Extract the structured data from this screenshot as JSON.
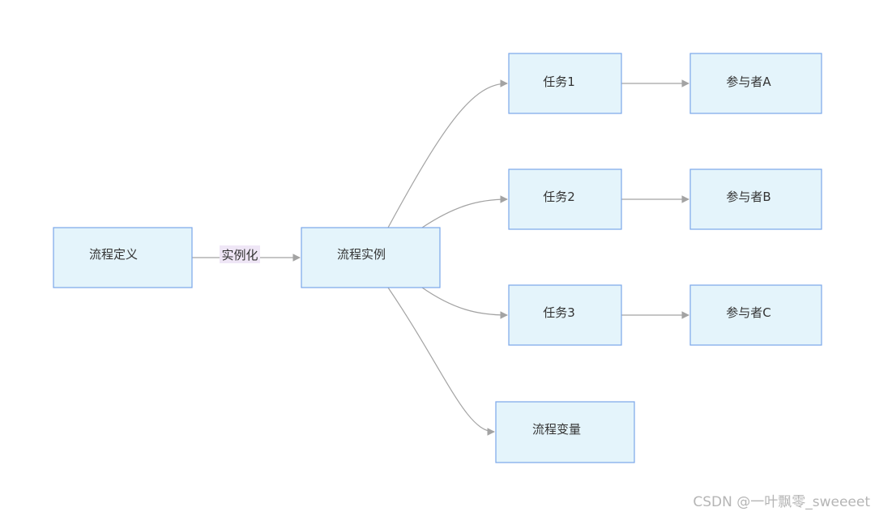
{
  "nodes": {
    "process_definition": "流程定义",
    "process_instance": "流程实例",
    "task1": "任务1",
    "task2": "任务2",
    "task3": "任务3",
    "participant_a": "参与者A",
    "participant_b": "参与者B",
    "participant_c": "参与者C",
    "process_variables": "流程变量"
  },
  "edges": {
    "instantiate_label": "实例化"
  },
  "colors": {
    "node_fill": "#e4f4fb",
    "node_stroke": "#7aa6ea",
    "edge": "#a3a3a3",
    "edge_label_bg": "#efe6f6"
  },
  "watermark": "CSDN @一叶飘零_sweeeet"
}
